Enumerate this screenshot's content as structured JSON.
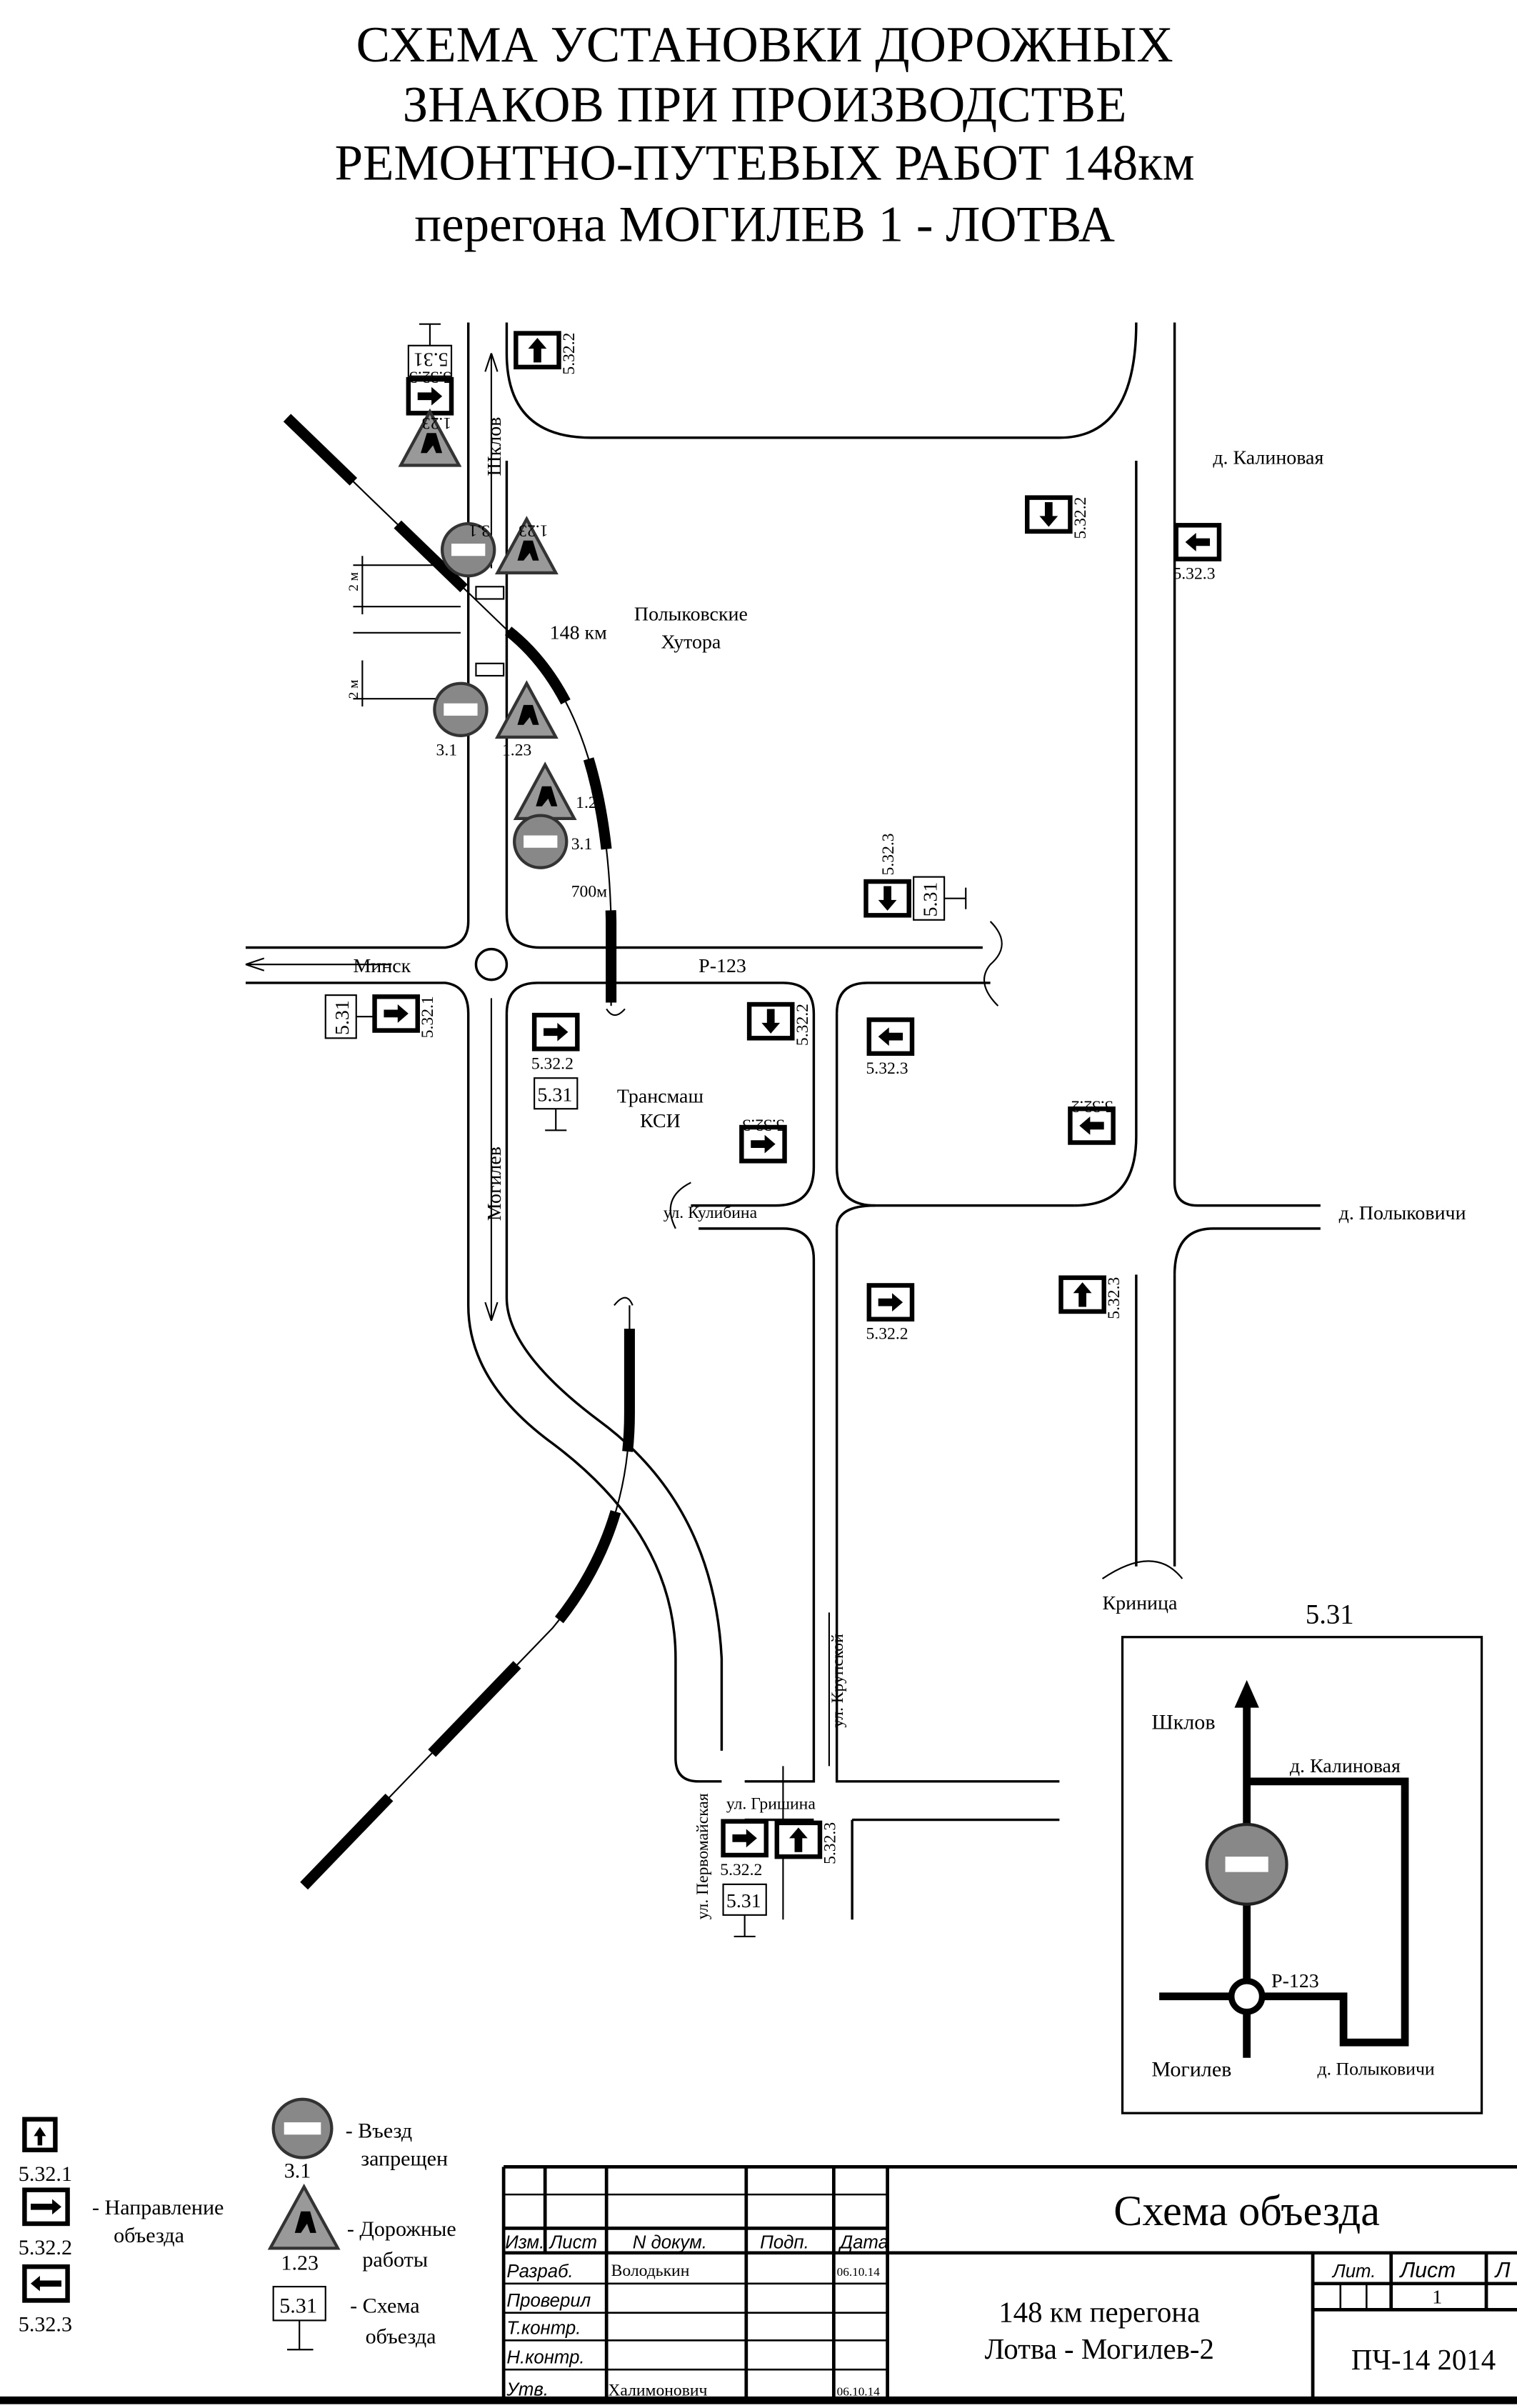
{
  "title": {
    "lines": [
      "СХЕМА УСТАНОВКИ ДОРОЖНЫХ",
      "ЗНАКОВ ПРИ ПРОИЗВОДСТВЕ",
      "РЕМОНТНО-ПУТЕВЫХ РАБОТ 148км",
      "перегона МОГИЛЕВ 1 - ЛОТВА"
    ]
  },
  "map": {
    "places": {
      "kalinovaya": "д. Калиновая",
      "polykovskie1": "Полыковские",
      "polykovskie2": "Хутора",
      "km": "148 км",
      "minsk": "Минск",
      "r123": "Р-123",
      "transmash1": "Трансмаш",
      "transmash2": "КСИ",
      "kulibina": "ул. Кулибина",
      "mogilev": "Могилев",
      "polykovichi": "д. Полыковичи",
      "krinitsa": "Криница",
      "krupskoy": "ул. Крупской",
      "grishina": "ул. Гришина",
      "pervomayskaya": "ул. Первомайская",
      "shklov": "Шклов",
      "dist1": "2 м",
      "dist2": "2 м",
      "dist700": "700м"
    },
    "sign_labels": [
      "5.31",
      "5.32.3",
      "1.23",
      "3.1",
      "1.23",
      "5.32.2",
      "5.32.2",
      "5.32.3",
      "3.1",
      "1.23",
      "1.23",
      "3.1",
      "5.32.3",
      "5.31",
      "5.31",
      "5.32.1",
      "5.32.2",
      "5.31",
      "5.32.2",
      "5.32.3",
      "5.32.3",
      "5.32.2",
      "5.32.2",
      "5.32.3",
      "5.32.2",
      "5.31",
      "5.32.3"
    ]
  },
  "inset": {
    "heading": "5.31",
    "shklov": "Шклов",
    "kalinovaya": "д. Калиновая",
    "r123": "Р-123",
    "mogilev": "Могилев",
    "polykovichi": "д. Полыковичи"
  },
  "legend": {
    "items": [
      {
        "code": "5.32.1"
      },
      {
        "code": "5.32.2"
      },
      {
        "code": "5.32.3"
      }
    ],
    "direction_label": [
      "- Направление",
      "объезда"
    ],
    "no_entry": {
      "code": "3.1",
      "label": [
        "- Въезд",
        "запрещен"
      ]
    },
    "road_works": {
      "code": "1.23",
      "label": [
        "- Дорожные",
        "работы"
      ]
    },
    "detour": {
      "code": "5.31",
      "label": [
        "- Схема",
        "объезда"
      ]
    }
  },
  "title_block": {
    "headers": [
      "Изм.",
      "Лист",
      "N докум.",
      "Подп.",
      "Дата"
    ],
    "rows": [
      {
        "role": "Разраб.",
        "name": "Володькин",
        "date": "06.10.14"
      },
      {
        "role": "Проверил",
        "name": "",
        "date": ""
      },
      {
        "role": "Т.контр.",
        "name": "",
        "date": ""
      },
      {
        "role": "Н.контр.",
        "name": "",
        "date": ""
      },
      {
        "role": "Утв.",
        "name": "Халимонович",
        "date": "06.10.14"
      }
    ],
    "doc_title": "Схема объезда",
    "subject": [
      "148 км перегона",
      "Лотва - Могилев-2"
    ],
    "lit_label": "Лит.",
    "sheet_label": "Лист",
    "sheets_label": "Л",
    "sheet_value": "1",
    "org": "ПЧ-14 2014"
  }
}
